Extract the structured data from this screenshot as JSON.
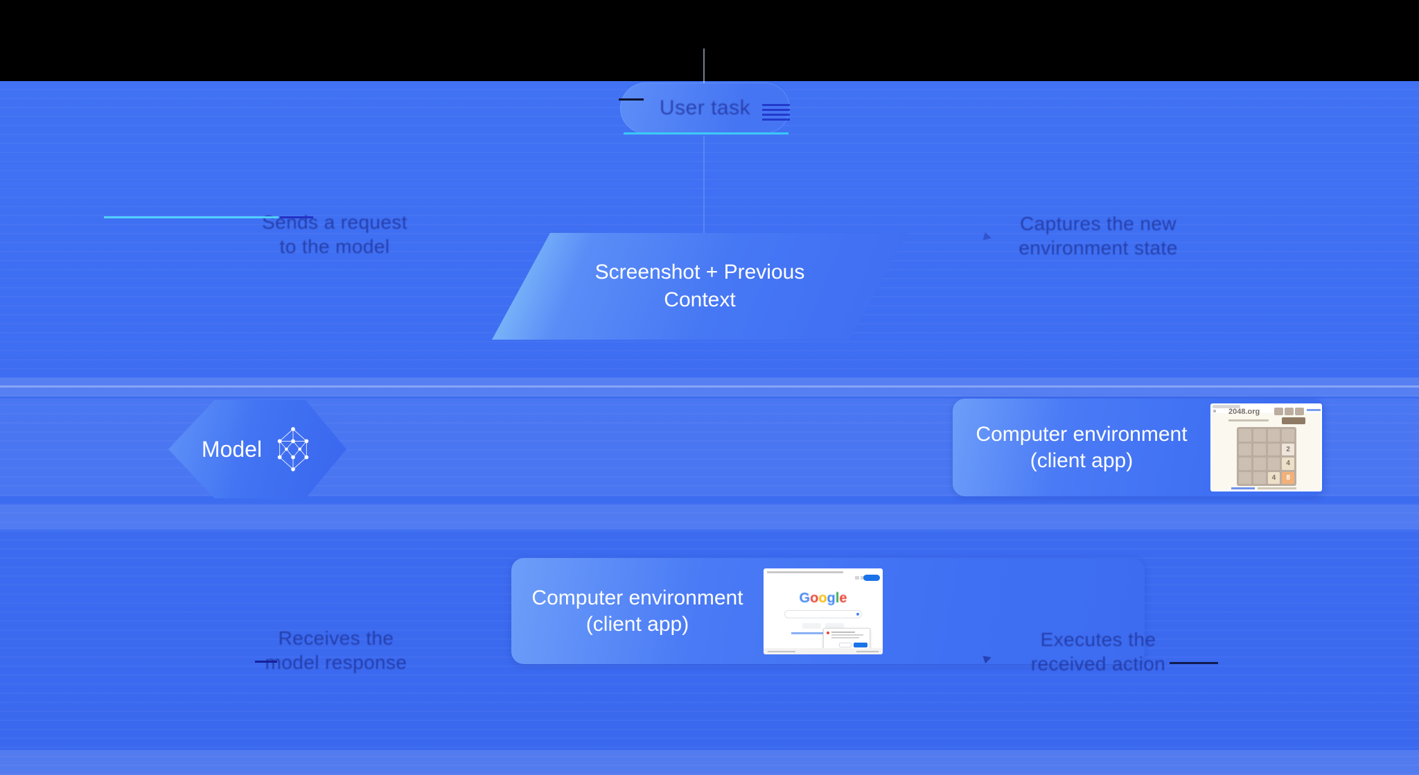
{
  "diagram": {
    "user_task_pill": {
      "label": "User task"
    },
    "context_parallelogram": {
      "line1": "Screenshot + Previous",
      "line2": "Context"
    },
    "model_node": {
      "label": "Model",
      "icon": "neural-network-icon"
    },
    "env_card_right": {
      "line1": "Computer environment",
      "line2": "(client app)",
      "thumbnail": "2048-game-screenshot"
    },
    "env_card_bottom": {
      "line1": "Computer environment",
      "line2": "(client app)",
      "thumbnail": "google-search-screenshot"
    },
    "step_labels": {
      "top_left": {
        "line1": "Sends a request",
        "line2": "to the model"
      },
      "top_right": {
        "line1": "Captures the new",
        "line2": "environment state"
      },
      "bottom_left": {
        "line1": "Receives the",
        "line2": "model response"
      },
      "bottom_right": {
        "line1": "Executes the",
        "line2": "received action"
      }
    },
    "colors": {
      "background": "#3e6ef2",
      "letterbox": "#000000",
      "card_highlight": "#6d9ef9",
      "parallelogram_glow": "#8ed0fa",
      "ghost_label": "#1b2b8f",
      "cyan_streak": "#39d3f5",
      "text": "#ffffff"
    }
  },
  "thumb_2048": {
    "site_title": "2048.org",
    "tiles": [
      "",
      "",
      "",
      "",
      "",
      "",
      "",
      "2",
      "",
      "",
      "",
      "4",
      "",
      "",
      "4",
      "8"
    ],
    "tile_colors": {
      "t2": "#eee4da",
      "t4": "#ede0c8",
      "t8": "#f2b179",
      "board": "#bbada0",
      "cell": "#ccc0b3",
      "page": "#faf8ef"
    }
  },
  "thumb_google": {
    "logo_letters": [
      "G",
      "o",
      "o",
      "g",
      "l",
      "e"
    ],
    "logo_colors": [
      "#4285F4",
      "#EA4335",
      "#FBBC05",
      "#4285F4",
      "#34A853",
      "#EA4335"
    ],
    "accent_blue": "#1a73e8"
  }
}
